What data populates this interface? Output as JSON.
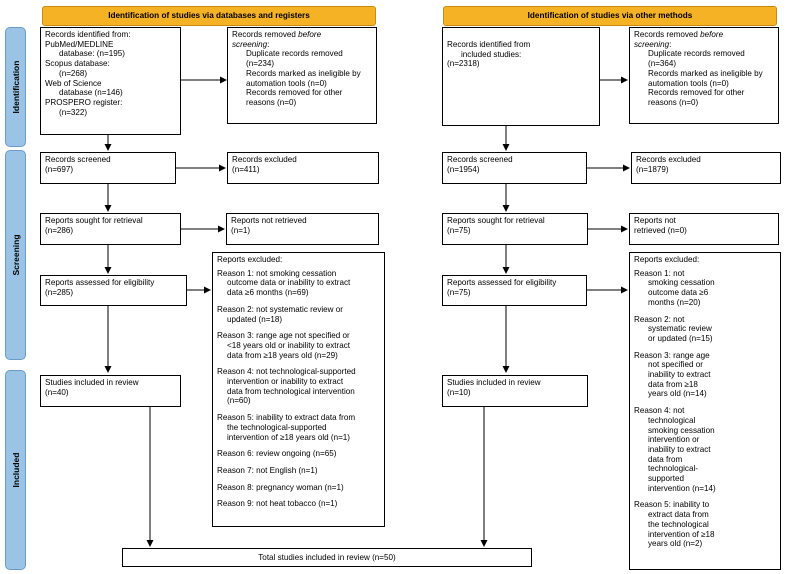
{
  "headers": {
    "left": "Identification of studies via databases and registers",
    "right": "Identification of studies via other methods"
  },
  "phases": {
    "identification": "Identification",
    "screening": "Screening",
    "included": "Included"
  },
  "left": {
    "records_identified": [
      "Records identified from:",
      "PubMed/MEDLINE",
      "database: (n=195)",
      "Scopus database:",
      "(n=268)",
      "Web of Science",
      "database (n=146)",
      "PROSPERO register:",
      "(n=322)"
    ],
    "records_removed": {
      "title_prefix": "Records removed ",
      "title_italic": "before",
      "title_italic2": "screening",
      "title_colon": ":",
      "lines": [
        "Duplicate records removed",
        "(n=234)",
        "Records marked as ineligible by",
        "automation tools (n=0)",
        "Records removed for other",
        "reasons (n=0)"
      ]
    },
    "records_screened": [
      "Records screened",
      "(n=697)"
    ],
    "records_excluded": [
      "Records excluded",
      "(n=411)"
    ],
    "reports_sought": [
      "Reports sought for retrieval",
      "(n=286)"
    ],
    "reports_not_retrieved": [
      "Reports not retrieved",
      "(n=1)"
    ],
    "reports_assessed": [
      "Reports assessed for eligibility",
      "(n=285)"
    ],
    "reports_excluded": {
      "title": "Reports excluded:",
      "reasons": [
        [
          "Reason 1: not smoking cessation",
          "outcome data or inability to extract",
          "data ≥6 months (n=69)"
        ],
        [
          "Reason 2: not systematic review or",
          "updated (n=18)"
        ],
        [
          "Reason 3: range age not specified or",
          "<18 years old or inability to extract",
          "data from ≥18 years old (n=29)"
        ],
        [
          "Reason 4: not technological-supported",
          "intervention or inability to extract",
          "data from technological intervention",
          "(n=60)"
        ],
        [
          "Reason 5: inability to extract data from",
          "the technological-supported",
          "intervention of ≥18 years old (n=1)"
        ],
        [
          "Reason 6: review ongoing (n=65)"
        ],
        [
          "Reason 7: not English (n=1)"
        ],
        [
          "Reason 8: pregnancy woman (n=1)"
        ],
        [
          "Reason 9: not heat tobacco (n=1)"
        ]
      ]
    },
    "studies_included": [
      "Studies included in review",
      "(n=40)"
    ]
  },
  "right": {
    "records_identified": [
      "Records identified from",
      "included studies:",
      "(n=2318)"
    ],
    "records_removed": {
      "title_prefix": "Records removed ",
      "title_italic": "before",
      "title_italic2": "screening",
      "title_colon": ":",
      "lines": [
        "Duplicate records removed",
        "(n=364)",
        "Records marked as ineligible by",
        "automation tools (n=0)",
        "Records removed for other",
        "reasons (n=0)"
      ]
    },
    "records_screened": [
      "Records screened",
      "(n=1954)"
    ],
    "records_excluded": [
      "Records excluded",
      "(n=1879)"
    ],
    "reports_sought": [
      "Reports sought for retrieval",
      "(n=75)"
    ],
    "reports_not_retrieved": [
      "Reports not",
      "retrieved (n=0)"
    ],
    "reports_assessed": [
      "Reports assessed for eligibility",
      "(n=75)"
    ],
    "reports_excluded": {
      "title": "Reports excluded:",
      "reasons": [
        [
          "Reason 1: not",
          "smoking cessation",
          "outcome data ≥6",
          "months (n=20)"
        ],
        [
          "Reason 2: not",
          "systematic review",
          "or updated (n=15)"
        ],
        [
          "Reason 3: range age",
          "not specified or",
          "inability to extract",
          "data from ≥18",
          "years old (n=14)"
        ],
        [
          "Reason 4: not",
          "technological",
          "smoking cessation",
          "intervention or",
          "inability to extract",
          "data from",
          "technological-",
          "supported",
          "intervention (n=14)"
        ],
        [
          "Reason 5: inability to",
          "extract data from",
          "the technological",
          "intervention of ≥18",
          "years old (n=2)"
        ]
      ]
    },
    "studies_included": [
      "Studies included in review",
      "(n=10)"
    ]
  },
  "total": "Total studies included in review (n=50)"
}
